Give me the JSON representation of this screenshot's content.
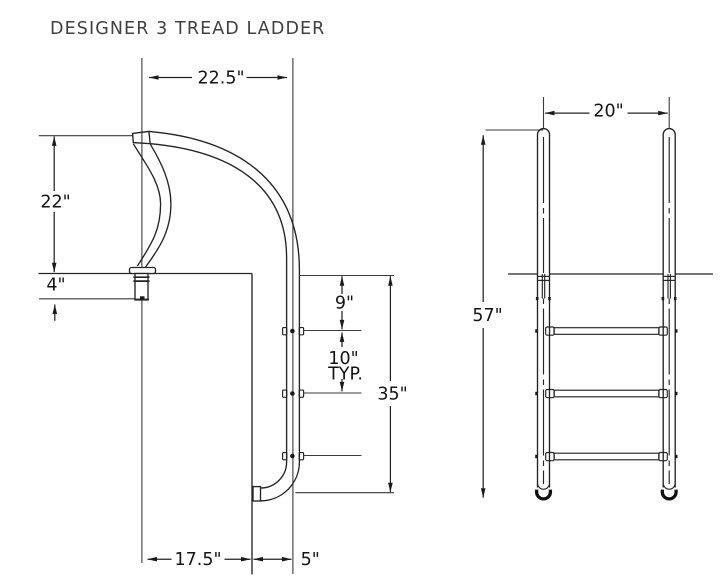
{
  "title": "DESIGNER 3 TREAD LADDER",
  "drawing": {
    "type": "technical dimension drawing, 2 views of a pool ladder",
    "side_view": {
      "dims": {
        "top_width": "22.5\"",
        "handrail_height": "22\"",
        "anchor_depth": "4\"",
        "deck_to_first_tread": "9\"",
        "tread_spacing": "10\"",
        "tread_spacing_note": "TYP.",
        "deck_to_bottom": "35\"",
        "anchor_to_wall": "17.5\"",
        "wall_to_rail": "5\""
      },
      "tread_count": 3
    },
    "front_view": {
      "dims": {
        "rail_spread": "20\"",
        "overall_height": "57\""
      },
      "tread_count": 3
    },
    "colors": {
      "background": "#ffffff",
      "line": "#242424",
      "text": "#141414",
      "title": "#404040"
    }
  }
}
